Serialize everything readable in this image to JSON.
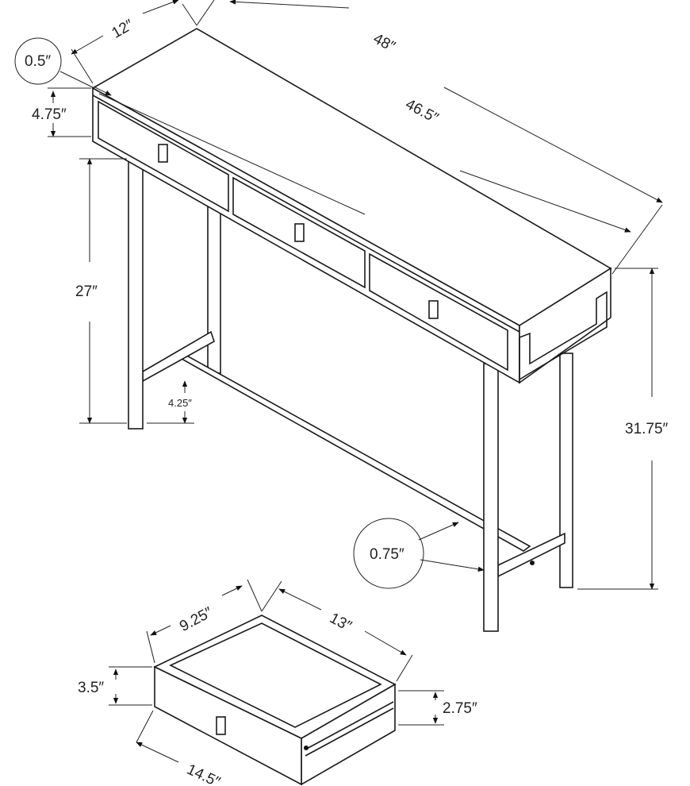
{
  "title": "Console table dimensions",
  "dimensions": {
    "depth": "12″",
    "length": "48″",
    "top_thickness": "0.5″",
    "drawer_height": "4.75″",
    "inner_length": "46.5″",
    "clearance_height": "27″",
    "stretcher_height": "4.25″",
    "total_height": "31.75″",
    "leg_thickness": "0.75″",
    "drawer_depth": "9.25″",
    "drawer_length": "13″",
    "drawer_front_height": "3.5″",
    "drawer_side_height": "2.75″",
    "drawer_width": "14.5″"
  },
  "colors": {
    "line": "#1a1a1a",
    "background": "#ffffff"
  }
}
